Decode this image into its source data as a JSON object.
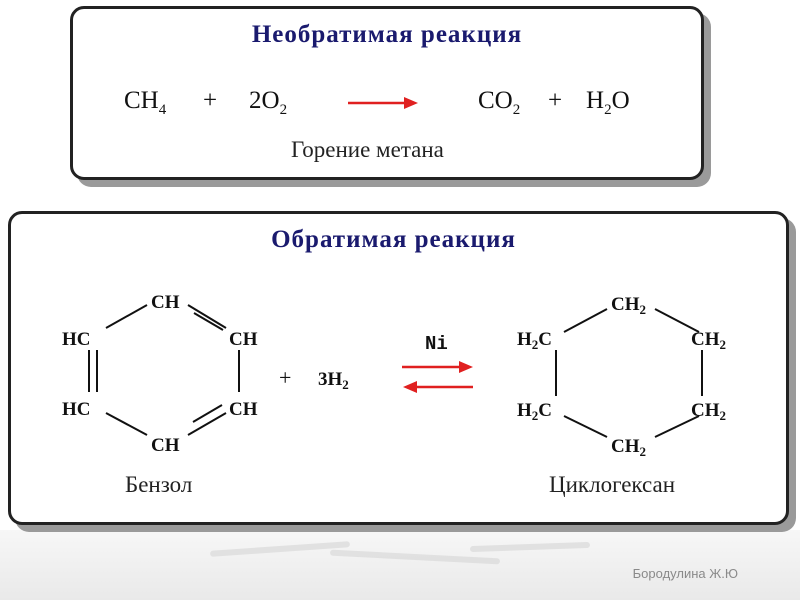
{
  "irreversible": {
    "title": "Необратимая реакция",
    "reactant1": "CH",
    "reactant1_sub": "4",
    "plus1": "+",
    "reactant2": "2O",
    "reactant2_sub": "2",
    "product1": "CO",
    "product1_sub": "2",
    "plus2": "+",
    "product2_pre": "H",
    "product2_sub": "2",
    "product2_post": "O",
    "caption": "Горение метана"
  },
  "reversible": {
    "title": "Обратимая реакция",
    "benzene_atoms": [
      "CH",
      "CH",
      "CH",
      "CH",
      "HC",
      "HC"
    ],
    "reagent_plus": "+",
    "reagent": "3H",
    "reagent_sub": "2",
    "catalyst": "Ni",
    "cyclohexane_atoms": [
      "CH",
      "CH",
      "CH",
      "CH",
      "H",
      "H"
    ],
    "sub": "2",
    "caption_left": "Бензол",
    "caption_right": "Циклогексан"
  },
  "footer": {
    "author": "Бородулина Ж.Ю"
  },
  "colors": {
    "title": "#1a1a6e",
    "arrow": "#e02020",
    "border": "#222222",
    "shadow": "#9a9a9a"
  }
}
